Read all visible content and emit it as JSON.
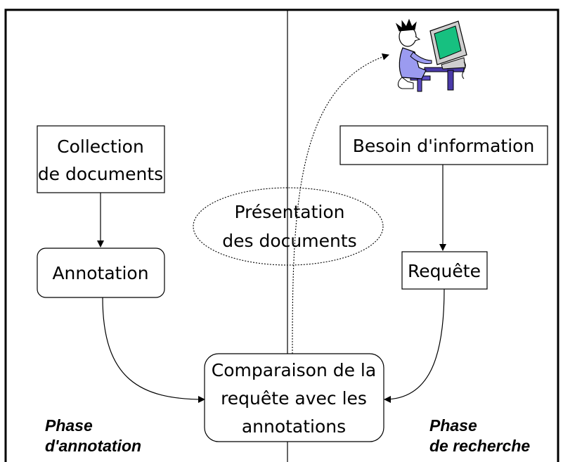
{
  "collection_box": {
    "line1": "Collection",
    "line2": "de documents"
  },
  "annotation_box": {
    "label": "Annotation"
  },
  "besoin_box": {
    "label": "Besoin d'information"
  },
  "requete_box": {
    "label": "Requête"
  },
  "presentation_ellipse": {
    "line1": "Présentation",
    "line2": "des documents"
  },
  "comparaison_box": {
    "line1": "Comparaison de la",
    "line2": "requête avec les",
    "line3": "annotations"
  },
  "phase_annotation": {
    "line1": "Phase",
    "line2": "d'annotation"
  },
  "phase_recherche": {
    "line1": "Phase",
    "line2": "de recherche"
  },
  "colors": {
    "stroke": "#000000",
    "user_body": "#9b9bf0",
    "monitor_screen": "#17c080",
    "hair": "#000000"
  },
  "icons": {
    "user": "user-at-computer-icon"
  }
}
